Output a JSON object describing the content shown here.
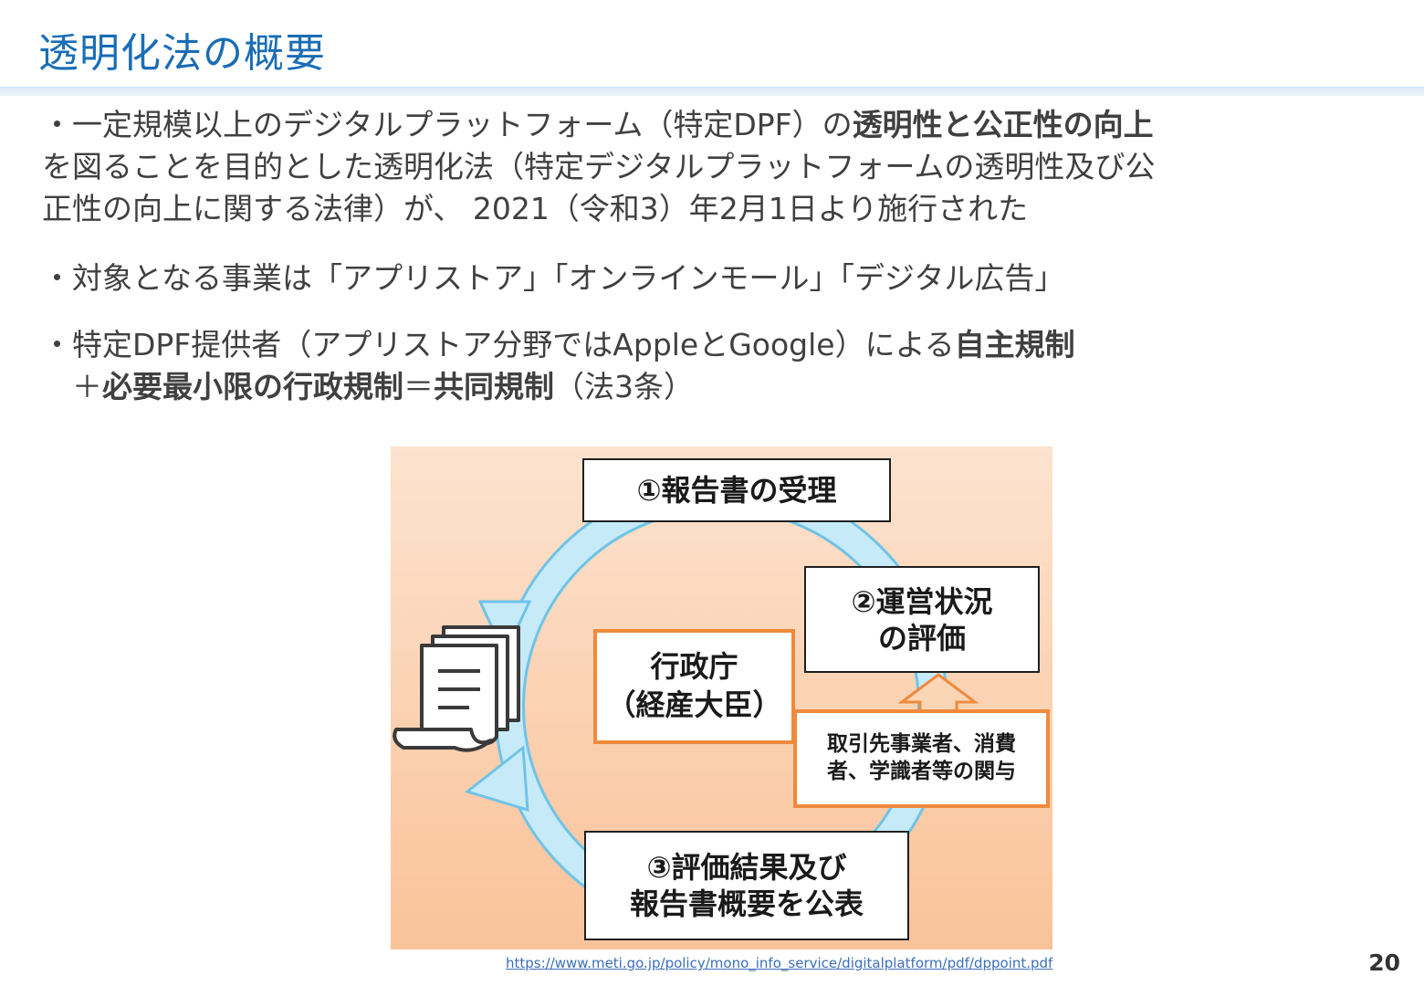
{
  "header": {
    "title": "透明化法の概要"
  },
  "bullets": [
    {
      "lines": [
        [
          {
            "t": "・一定規模以上のデジタルプラットフォーム（特定DPF）の",
            "b": false
          },
          {
            "t": "透明性と公正性の向上",
            "b": true
          }
        ],
        [
          {
            "t": "を図ることを目的とした透明化法（特定デジタルプラットフォームの透明性及び公",
            "b": false
          }
        ],
        [
          {
            "t": "正性の向上に関する法律）が、 2021（令和3）年2月1日より施行された",
            "b": false
          }
        ]
      ]
    },
    {
      "lines": [
        [
          {
            "t": "・対象となる事業は「アプリストア」「オンラインモール」「デジタル広告」",
            "b": false
          }
        ]
      ]
    },
    {
      "lines": [
        [
          {
            "t": "・特定DPF提供者（アプリストア分野ではAppleとGoogle）による",
            "b": false
          },
          {
            "t": "自主規制",
            "b": true
          }
        ],
        [
          {
            "t": "　＋",
            "b": false
          },
          {
            "t": "必要最小限の行政規制",
            "b": true
          },
          {
            "t": "＝",
            "b": false
          },
          {
            "t": "共同規制",
            "b": true
          },
          {
            "t": "（法3条）",
            "b": false
          }
        ]
      ]
    }
  ],
  "diagram": {
    "step1": "①報告書の受理",
    "step2_line1": "②運営状況",
    "step2_line2": "の評価",
    "step3_line1": "③評価結果及び",
    "step3_line2": "報告書概要を公表",
    "center_line1": "行政庁",
    "center_line2": "（経産大臣）",
    "stakeholder_line1": "取引先事業者、消費",
    "stakeholder_line2": "者、学識者等の関与",
    "document_icon": "document-stack-icon",
    "colors": {
      "arrow": "#bfe6f7",
      "arrow_edge": "#6fc3e8",
      "orange": "#ef8a3c",
      "bg": "#fbd3b3"
    }
  },
  "footer": {
    "url": "https://www.meti.go.jp/policy/mono_info_service/digitalplatform/pdf/dppoint.pdf",
    "page": "20"
  }
}
